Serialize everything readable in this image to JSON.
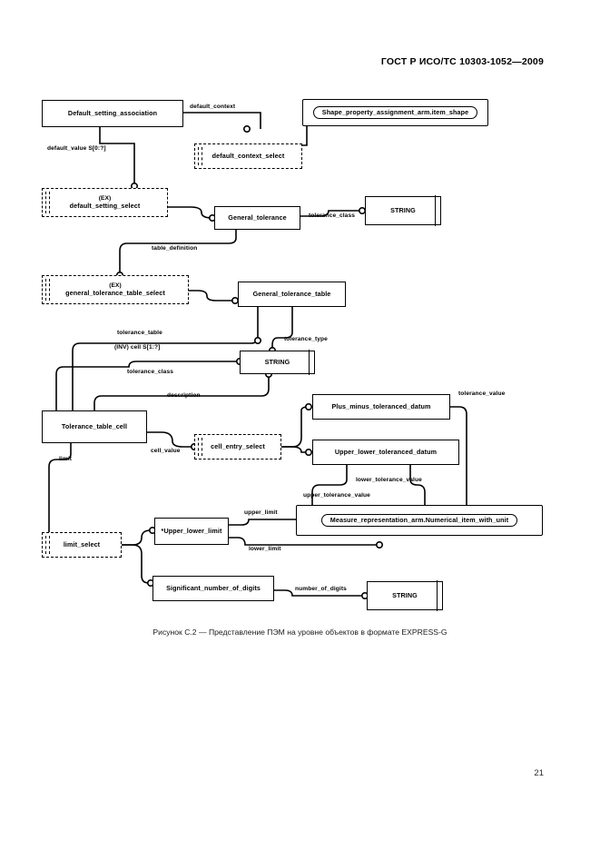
{
  "document": {
    "header": "ГОСТ Р ИСО/ТС 10303-1052—2009",
    "page_number": "21",
    "caption": "Рисунок  С.2 — Представление ПЭМ на уровне объектов в формате EXPRESS-G"
  },
  "diagram": {
    "type": "EXPRESS-G entity-level diagram",
    "nodes": [
      {
        "id": "default_setting_association",
        "label": "Default_setting_association",
        "kind": "entity"
      },
      {
        "id": "shape_property_assignment",
        "label": "Shape_property_assignment_arm.item_shape",
        "kind": "interface"
      },
      {
        "id": "default_context_select",
        "label": "default_context_select",
        "kind": "select"
      },
      {
        "id": "default_setting_select",
        "label": "default_setting_select",
        "prefix": "(EX)",
        "kind": "select"
      },
      {
        "id": "general_tolerance",
        "label": "General_tolerance",
        "kind": "entity"
      },
      {
        "id": "string_1",
        "label": "STRING",
        "kind": "primitive"
      },
      {
        "id": "general_tolerance_table_select",
        "label": "general_tolerance_table_select",
        "prefix": "(EX)",
        "kind": "select"
      },
      {
        "id": "general_tolerance_table",
        "label": "General_tolerance_table",
        "kind": "entity"
      },
      {
        "id": "string_2",
        "label": "STRING",
        "kind": "primitive"
      },
      {
        "id": "tolerance_table_cell",
        "label": "Tolerance_table_cell",
        "kind": "entity"
      },
      {
        "id": "cell_entry_select",
        "label": "cell_entry_select",
        "kind": "select"
      },
      {
        "id": "plus_minus_toleranced_datum",
        "label": "Plus_minus_toleranced_datum",
        "kind": "entity"
      },
      {
        "id": "upper_lower_toleranced_datum",
        "label": "Upper_lower_toleranced_datum",
        "kind": "entity"
      },
      {
        "id": "measure_representation",
        "label": "Measure_representation_arm.Numerical_item_with_unit",
        "kind": "interface"
      },
      {
        "id": "upper_lower_limit",
        "label": "*Upper_lower_limit",
        "kind": "entity"
      },
      {
        "id": "limit_select",
        "label": "limit_select",
        "kind": "select"
      },
      {
        "id": "significant_number_of_digits",
        "label": "Significant_number_of_digits",
        "kind": "entity"
      },
      {
        "id": "string_3",
        "label": "STRING",
        "kind": "primitive"
      }
    ],
    "edge_labels": [
      {
        "id": "default_context",
        "text": "default_context"
      },
      {
        "id": "default_value",
        "text": "default_value S[0:?]"
      },
      {
        "id": "tolerance_class_1",
        "text": "tolerance_class"
      },
      {
        "id": "table_definition",
        "text": "table_definition"
      },
      {
        "id": "tolerance_table",
        "text": "tolerance_table"
      },
      {
        "id": "inv_cell",
        "text": "(INV) cell S[1:?]"
      },
      {
        "id": "tolerance_type",
        "text": "tolerance_type"
      },
      {
        "id": "tolerance_class_2",
        "text": "tolerance_class"
      },
      {
        "id": "description",
        "text": "description"
      },
      {
        "id": "tolerance_value",
        "text": "tolerance_value"
      },
      {
        "id": "cell_value",
        "text": "cell_value"
      },
      {
        "id": "limit",
        "text": "limit"
      },
      {
        "id": "lower_tolerance_value",
        "text": "lower_tolerance_value"
      },
      {
        "id": "upper_tolerance_value",
        "text": "upper_tolerance_value"
      },
      {
        "id": "upper_limit",
        "text": "upper_limit"
      },
      {
        "id": "lower_limit",
        "text": "lower_limit"
      },
      {
        "id": "number_of_digits",
        "text": "number_of_digits"
      }
    ]
  }
}
